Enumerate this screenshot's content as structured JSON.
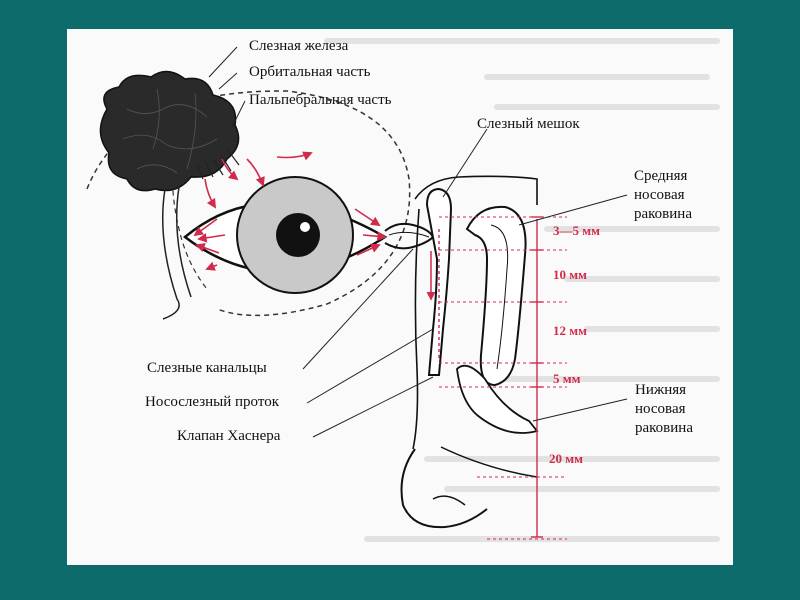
{
  "colors": {
    "background": "#0e6b6b",
    "panel": "#fafafa",
    "ink": "#111111",
    "accent": "#d12b4b"
  },
  "labels": {
    "lacrimal_gland": "Слезная железа",
    "orbital_part": "Орбитальная часть",
    "palpebral_part": "Пальпебральная часть",
    "lacrimal_sac": "Слезный мешок",
    "middle_turbinate_l1": "Средняя",
    "middle_turbinate_l2": "носовая",
    "middle_turbinate_l3": "раковина",
    "canaliculi": "Слезные канальцы",
    "nasolacrimal_duct": "Носослезный проток",
    "hasner_valve": "Клапан Хаснера",
    "inferior_turbinate_l1": "Нижняя",
    "inferior_turbinate_l2": "носовая",
    "inferior_turbinate_l3": "раковина"
  },
  "measurements": [
    {
      "id": "m1",
      "text": "3—5 мм"
    },
    {
      "id": "m2",
      "text": "10 мм"
    },
    {
      "id": "m3",
      "text": "12 мм"
    },
    {
      "id": "m4",
      "text": "5 мм"
    },
    {
      "id": "m5",
      "text": "20 мм"
    }
  ]
}
